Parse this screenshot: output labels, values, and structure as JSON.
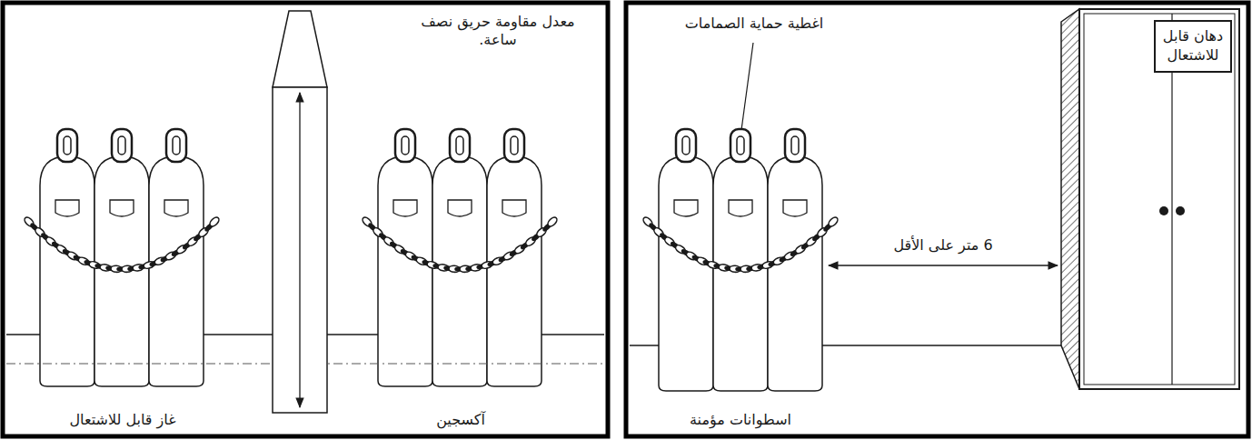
{
  "diagram": {
    "nodes": [
      {
        "text": [
          "دهان قابل للاشتعال"
        ]
      }
    ],
    "labels": [
      "معدل مقاومة حريق نصف ساعة.",
      "غاز قابل للاشتعال",
      "آكسجين",
      "اغطية حماية الصمامات",
      "6 متر على الأقل",
      "اسطوانات مؤمنة"
    ]
  }
}
